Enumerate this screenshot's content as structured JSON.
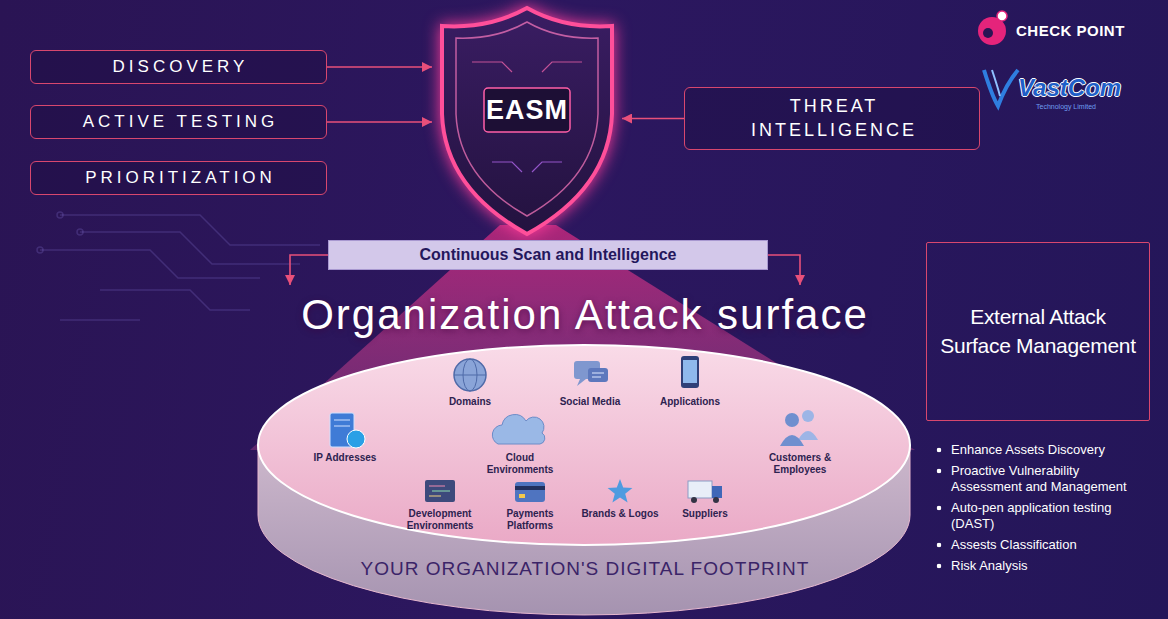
{
  "diagram": {
    "nodes": [
      {
        "text": [
          "DISCOVERY"
        ]
      },
      {
        "text": [
          "ACTIVE TESTING"
        ]
      },
      {
        "text": [
          "PRIORITIZATION"
        ]
      },
      {
        "text": [
          "EASM"
        ]
      },
      {
        "text": [
          "THREAT INTELLIGENCE"
        ]
      },
      {
        "text": [
          "Continuous Scan and Intelligence"
        ]
      },
      {
        "text": [
          "Organization Attack surface",
          "YOUR ORGANIZATION'S DIGITAL FOOTPRINT"
        ]
      },
      {
        "text": [
          "External Attack Surface Management"
        ]
      }
    ],
    "edges": [
      {
        "from": 0,
        "to": 3,
        "arrow": "to"
      },
      {
        "from": 1,
        "to": 3,
        "arrow": "to"
      },
      {
        "from": 4,
        "to": 3,
        "arrow": "to"
      },
      {
        "from": 5,
        "to": 6,
        "arrow": "to"
      },
      {
        "from": 5,
        "to": 6,
        "arrow": "to"
      }
    ],
    "labels": [
      "CHECK POINT",
      "VastCom",
      "Technology Limited",
      "IP Addresses",
      "Domains",
      "Cloud Environments",
      "Social Media",
      "Applications",
      "Customers & Employees",
      "Development Environments",
      "Payments Platforms",
      "Brands & Logos",
      "Suppliers",
      "Enhance Assets Discovery",
      "Proactive Vulnerability Assessment and Management",
      "Auto-pen application testing (DAST)",
      "Assests Classification",
      "Risk Analysis"
    ]
  }
}
